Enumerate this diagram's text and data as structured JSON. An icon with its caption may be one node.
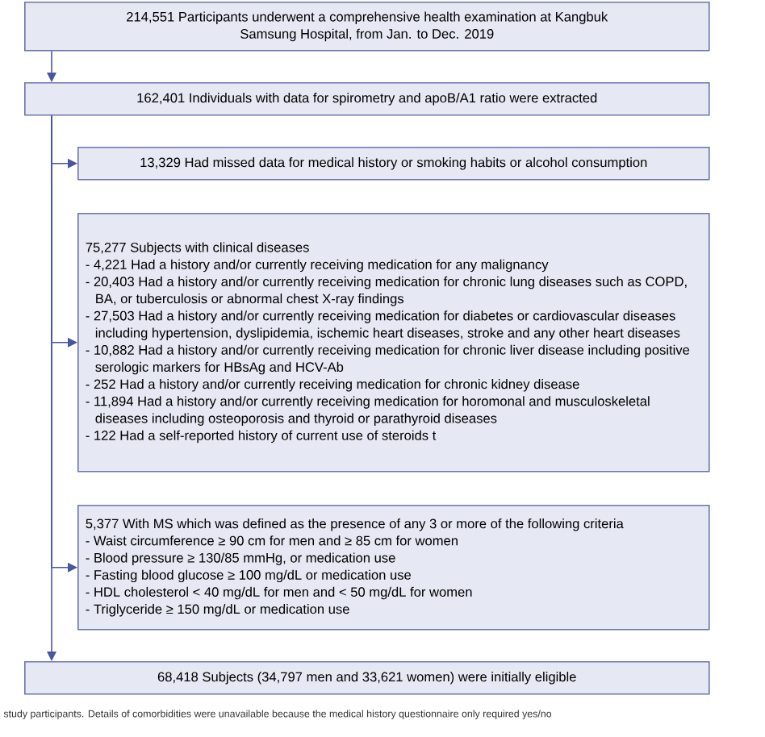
{
  "diagram": {
    "nodes": [
      {
        "text": [
          "214,551 Participants underwent a comprehensive health examination at Kangbuk Samsung Hospital, from Jan. to Dec. 2019"
        ]
      },
      {
        "text": [
          "162,401 Individuals with data for spirometry and apoB/A1 ratio were extracted"
        ]
      },
      {
        "text": [
          "13,329 Had missed data for medical history or smoking habits or alcohol consumption"
        ]
      },
      {
        "text": [
          "75,277 Subjects with clinical diseases",
          "- 4,221 Had a history and/or currently receiving medication for any malignancy",
          "- 20,403 Had a history and/or currently receiving medication for chronic lung diseases such as COPD, BA, or tuberculosis or abnormal chest X-ray findings",
          "- 27,503 Had a history and/or currently receiving medication for diabetes or cardiovascular diseases including hypertension, dyslipidemia, ischemic heart diseases, stroke and any other heart diseases",
          "- 10,882 Had a history and/or currently receiving medication for chronic liver disease including positive serologic markers for HBsAg and HCV-Ab",
          "- 252 Had a history and/or currently receiving medication for chronic kidney disease",
          "- 11,894 Had a history and/or currently receiving medication for horomonal and musculoskeletal diseases including osteoporosis and thyroid or parathyroid diseases",
          "- 122 Had a self-reported history of current use of steroids t"
        ]
      },
      {
        "text": [
          "5,377 With MS which was defined as the presence of any 3 or more of the following criteria",
          "- Waist circumference ≥ 90 cm for men and ≥ 85 cm for women",
          "- Blood pressure ≥ 130/85 mmHg, or medication use",
          "- Fasting blood glucose ≥ 100 mg/dL or medication use",
          "- HDL cholesterol < 40 mg/dL for men and < 50 mg/dL for women",
          "- Triglyceride ≥ 150 mg/dL or medication use"
        ]
      },
      {
        "text": [
          "68,418 Subjects (34,797 men and 33,621 women) were initially eligible"
        ]
      }
    ],
    "edges": [
      {
        "from": 0,
        "to": 1,
        "arrow": "to"
      },
      {
        "from": 1,
        "to": 2,
        "arrow": "to"
      },
      {
        "from": 1,
        "to": 3,
        "arrow": "to"
      },
      {
        "from": 1,
        "to": 4,
        "arrow": "to"
      },
      {
        "from": 1,
        "to": 5,
        "arrow": "to"
      }
    ],
    "labels": [
      "study participants. Details of comorbidities were unavailable because the medical history questionnaire only required yes/no"
    ]
  }
}
